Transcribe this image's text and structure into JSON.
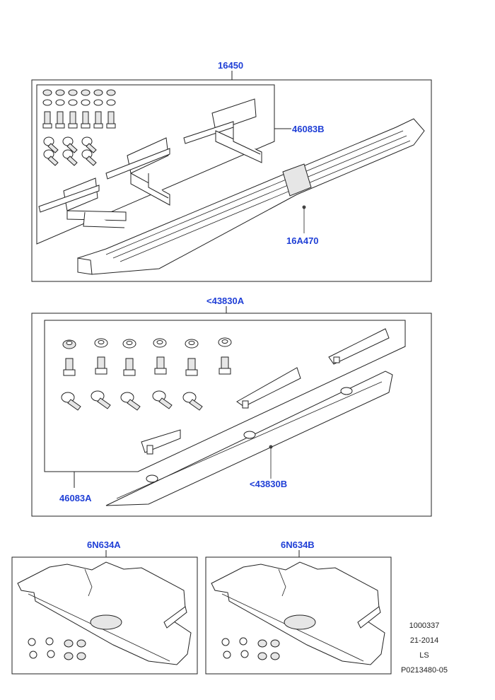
{
  "callouts": {
    "step_assembly": "16450",
    "bracket_kit_top": "46083B",
    "step_board": "16A470",
    "side_step_assembly": "<43830A",
    "bracket_kit_bottom": "46083A",
    "side_step": "<43830B",
    "guard_left": "6N634A",
    "guard_right": "6N634B"
  },
  "meta": {
    "line1": "1000337",
    "line2": "21-2014",
    "line3": "LS",
    "line4": "P0213480-05"
  }
}
